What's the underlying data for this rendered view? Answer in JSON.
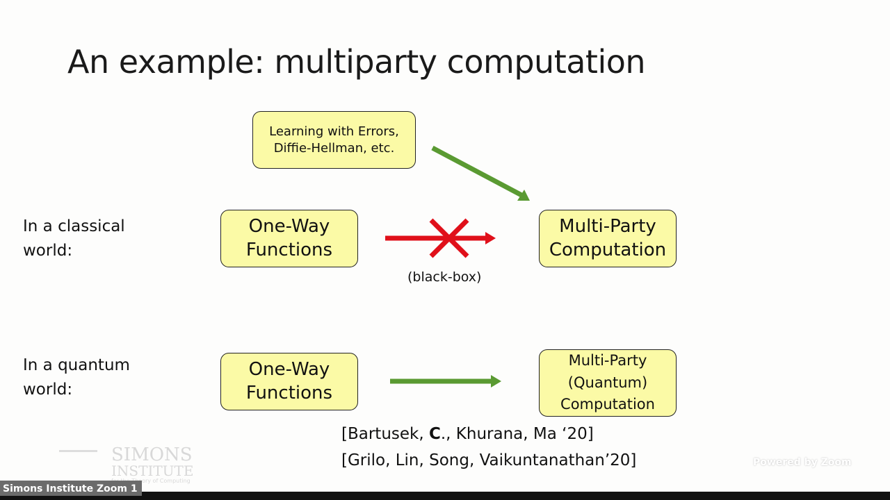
{
  "title": "An example: multiparty computation",
  "boxes": {
    "lwe": [
      "Learning with Errors,",
      "Diffie-Hellman, etc."
    ],
    "owf_classical": [
      "One-Way",
      "Functions"
    ],
    "mpc_classical": [
      "Multi-Party",
      "Computation"
    ],
    "owf_quantum": [
      "One-Way",
      "Functions"
    ],
    "mpc_quantum": [
      "Multi-Party",
      "(Quantum)",
      "Computation"
    ]
  },
  "rows": {
    "classical": [
      "In a classical",
      "world:"
    ],
    "quantum": [
      "In a quantum",
      "world:"
    ]
  },
  "black_box_note": "(black-box)",
  "citations": {
    "c1_pre": "[Bartusek, ",
    "c1_bold": "C",
    "c1_post": "., Khurana, Ma ‘20]",
    "c2": "[Grilo, Lin, Song, Vaikuntanathan’20]"
  },
  "logo": {
    "line1": "SIMONS",
    "line2": "INSTITUTE",
    "line3": "for the Theory of Computing"
  },
  "footer_label": "Simons Institute Zoom 1",
  "watermark": "Powered by Zoom",
  "colors": {
    "box_fill": "#fbfaa6",
    "green_arrow": "#5a9a32",
    "red_arrow": "#e0101a"
  }
}
